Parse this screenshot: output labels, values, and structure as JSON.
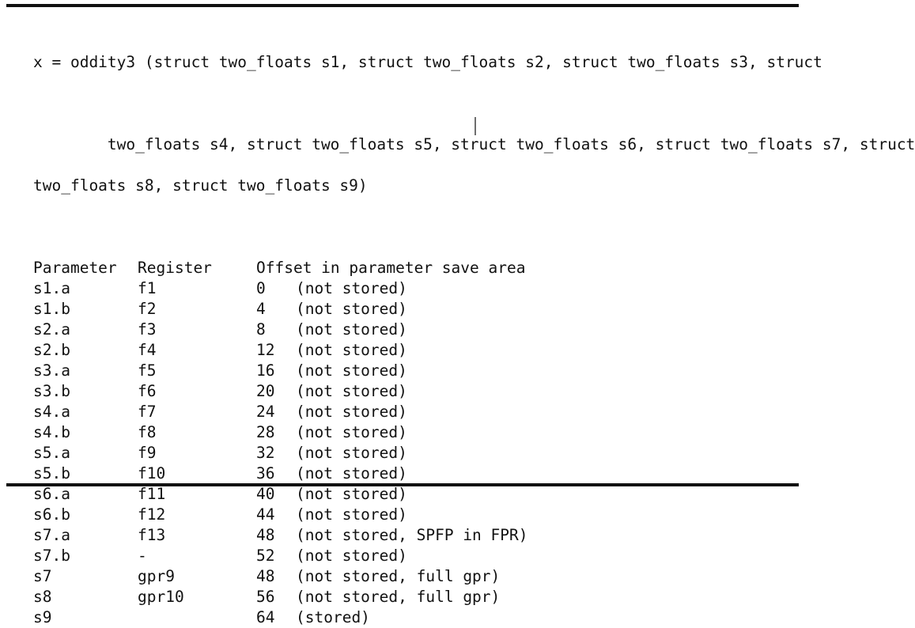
{
  "figure": {
    "rule_color": "#101010",
    "background": "#ffffff",
    "text_color": "#111111",
    "caret_color": "#6e6e6e"
  },
  "signature": {
    "lines": [
      "x = oddity3 (struct two_floats s1, struct two_floats s2, struct two_floats s3, struct",
      "two_floats s4, struct two_floats s5, struct two_floats s6, struct two_floats s7, struct",
      "two_floats s8, struct two_floats s9)"
    ],
    "caret_present": true
  },
  "table": {
    "headers": {
      "parameter": "Parameter",
      "register": "Register",
      "offset": "Offset in parameter save area"
    },
    "rows": [
      {
        "parameter": "s1.a",
        "register": "f1",
        "offset": "0",
        "note": "(not stored)"
      },
      {
        "parameter": "s1.b",
        "register": "f2",
        "offset": "4",
        "note": "(not stored)"
      },
      {
        "parameter": "s2.a",
        "register": "f3",
        "offset": "8",
        "note": "(not stored)"
      },
      {
        "parameter": "s2.b",
        "register": "f4",
        "offset": "12",
        "note": "(not stored)"
      },
      {
        "parameter": "s3.a",
        "register": "f5",
        "offset": "16",
        "note": "(not stored)"
      },
      {
        "parameter": "s3.b",
        "register": "f6",
        "offset": "20",
        "note": "(not stored)"
      },
      {
        "parameter": "s4.a",
        "register": "f7",
        "offset": "24",
        "note": "(not stored)"
      },
      {
        "parameter": "s4.b",
        "register": "f8",
        "offset": "28",
        "note": "(not stored)"
      },
      {
        "parameter": "s5.a",
        "register": "f9",
        "offset": "32",
        "note": "(not stored)"
      },
      {
        "parameter": "s5.b",
        "register": "f10",
        "offset": "36",
        "note": "(not stored)"
      },
      {
        "parameter": "s6.a",
        "register": "f11",
        "offset": "40",
        "note": "(not stored)"
      },
      {
        "parameter": "s6.b",
        "register": "f12",
        "offset": "44",
        "note": "(not stored)"
      },
      {
        "parameter": "s7.a",
        "register": "f13",
        "offset": "48",
        "note": "(not stored, SPFP in FPR)"
      },
      {
        "parameter": "s7.b",
        "register": "-",
        "offset": "52",
        "note": "(not stored)"
      },
      {
        "parameter": "s7",
        "register": "gpr9",
        "offset": "48",
        "note": "(not stored, full gpr)"
      },
      {
        "parameter": "s8",
        "register": "gpr10",
        "offset": "56",
        "note": "(not stored, full gpr)"
      },
      {
        "parameter": "s9",
        "register": "",
        "offset": "64",
        "note": "(stored)"
      }
    ]
  }
}
